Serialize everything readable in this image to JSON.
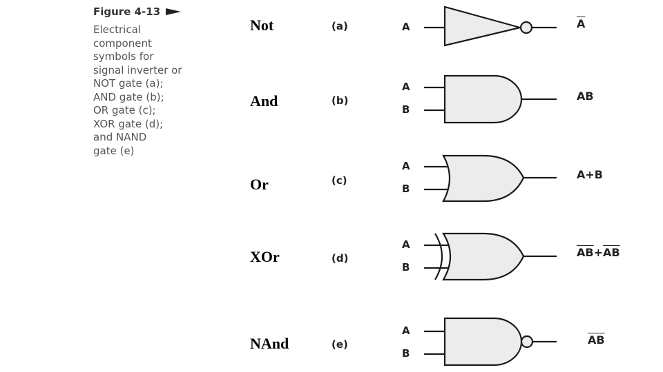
{
  "figure": {
    "label": "Figure 4-13",
    "caption_lines": [
      "Electrical",
      "component",
      "symbols for",
      "signal inverter or",
      "NOT gate (a);",
      "AND gate (b);",
      "OR gate (c);",
      "XOR gate (d);",
      "and NAND",
      "gate (e)"
    ]
  },
  "gates": [
    {
      "name": "Not",
      "letter": "(a)",
      "inputs": [
        "A"
      ],
      "output": {
        "over": "A",
        "plus": "",
        "over2": "",
        "plain": ""
      }
    },
    {
      "name": "And",
      "letter": "(b)",
      "inputs": [
        "A",
        "B"
      ],
      "output": {
        "over": "",
        "plus": "",
        "over2": "",
        "plain": "AB"
      }
    },
    {
      "name": "Or",
      "letter": "(c)",
      "inputs": [
        "A",
        "B"
      ],
      "output": {
        "over": "",
        "plus": "",
        "over2": "",
        "plain": "A+B"
      }
    },
    {
      "name": "XOr",
      "letter": "(d)",
      "inputs": [
        "A",
        "B"
      ],
      "output": {
        "over": "AB",
        "plus": "+",
        "over2": "AB",
        "plain": ""
      }
    },
    {
      "name": "NAnd",
      "letter": "(e)",
      "inputs": [
        "A",
        "B"
      ],
      "output": {
        "over": "AB",
        "plus": "",
        "over2": "",
        "plain": ""
      }
    }
  ]
}
